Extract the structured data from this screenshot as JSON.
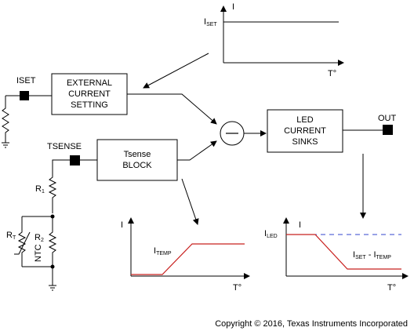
{
  "blocks": {
    "external_current": [
      "EXTERNAL",
      "CURRENT",
      "SETTING"
    ],
    "tsense": [
      "Tsense",
      "BLOCK"
    ],
    "led_sinks": [
      "LED",
      "CURRENT",
      "SINKS"
    ]
  },
  "pins": {
    "iset": "ISET",
    "tsense": "TSENSE",
    "out": "OUT"
  },
  "components": {
    "r1": {
      "main": "R",
      "sub": "1"
    },
    "rt": {
      "main": "R",
      "sub": "T"
    },
    "r2": {
      "main": "R",
      "sub": "2"
    },
    "ntc": "NTC"
  },
  "graphs": {
    "top": {
      "ylabel": "I",
      "xlabel": "T°",
      "trace_label": {
        "main": "I",
        "sub": "SET"
      }
    },
    "temp": {
      "ylabel": "I",
      "xlabel": "T°",
      "trace_label": {
        "main": "I",
        "sub": "TEMP"
      }
    },
    "led": {
      "ylabel": "I",
      "xlabel": "T°",
      "y_marker": {
        "main": "I",
        "sub": "LED"
      },
      "trace_label": {
        "a": "I",
        "a_sub": "SET",
        "sep": " - ",
        "b": "I",
        "b_sub": "TEMP"
      }
    }
  },
  "colors": {
    "trace": "#c8201e",
    "dashed": "#3344cc",
    "pin": "#000000"
  },
  "copyright": "Copyright © 2016, Texas Instruments Incorporated"
}
